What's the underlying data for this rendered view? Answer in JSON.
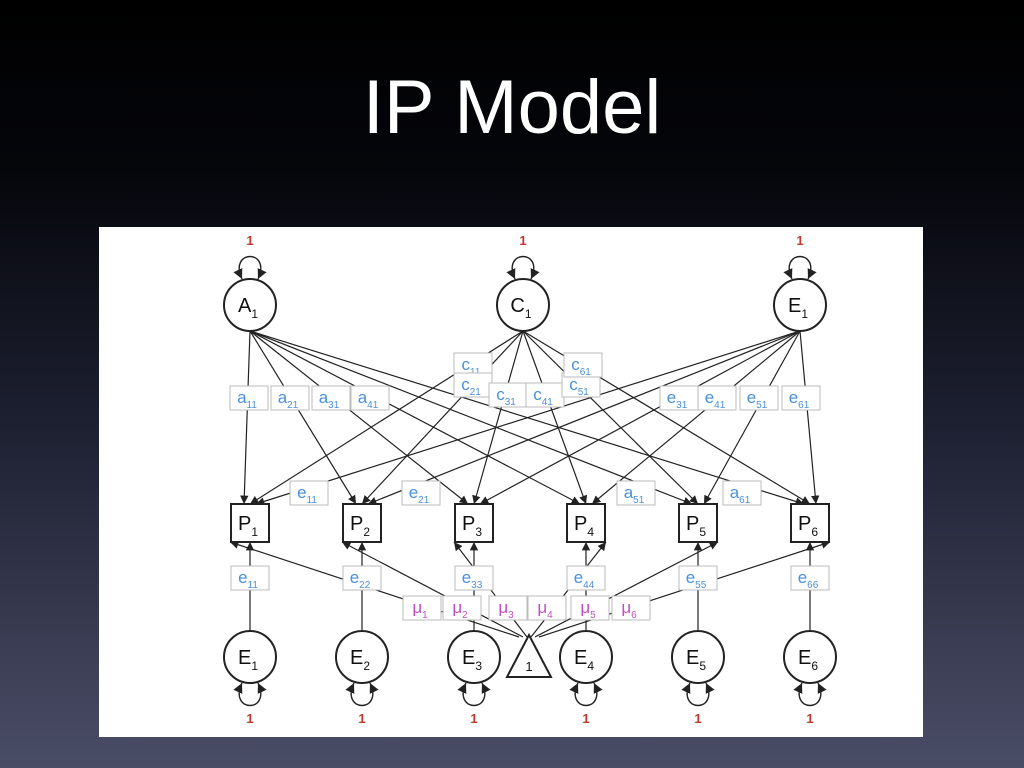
{
  "slide": {
    "title": "IP Model"
  },
  "diagram": {
    "common_factors": [
      {
        "letter": "A",
        "sub": "1",
        "variance": "1"
      },
      {
        "letter": "C",
        "sub": "1",
        "variance": "1"
      },
      {
        "letter": "E",
        "sub": "1",
        "variance": "1"
      }
    ],
    "phenotypes": [
      {
        "letter": "P",
        "sub": "1"
      },
      {
        "letter": "P",
        "sub": "2"
      },
      {
        "letter": "P",
        "sub": "3"
      },
      {
        "letter": "P",
        "sub": "4"
      },
      {
        "letter": "P",
        "sub": "5"
      },
      {
        "letter": "P",
        "sub": "6"
      }
    ],
    "specific_factors": [
      {
        "letter": "E",
        "sub": "1",
        "variance": "1"
      },
      {
        "letter": "E",
        "sub": "2",
        "variance": "1"
      },
      {
        "letter": "E",
        "sub": "3",
        "variance": "1"
      },
      {
        "letter": "E",
        "sub": "4",
        "variance": "1"
      },
      {
        "letter": "E",
        "sub": "5",
        "variance": "1"
      },
      {
        "letter": "E",
        "sub": "6",
        "variance": "1"
      }
    ],
    "a_paths": [
      {
        "letter": "a",
        "sub": "11"
      },
      {
        "letter": "a",
        "sub": "21"
      },
      {
        "letter": "a",
        "sub": "31"
      },
      {
        "letter": "a",
        "sub": "41"
      },
      {
        "letter": "a",
        "sub": "51"
      },
      {
        "letter": "a",
        "sub": "61"
      }
    ],
    "c_paths": [
      {
        "letter": "c",
        "sub": "11"
      },
      {
        "letter": "c",
        "sub": "21"
      },
      {
        "letter": "c",
        "sub": "31"
      },
      {
        "letter": "c",
        "sub": "41"
      },
      {
        "letter": "c",
        "sub": "51"
      },
      {
        "letter": "c",
        "sub": "61"
      }
    ],
    "e_common_paths": [
      {
        "letter": "e",
        "sub": "11"
      },
      {
        "letter": "e",
        "sub": "21"
      },
      {
        "letter": "e",
        "sub": "31"
      },
      {
        "letter": "e",
        "sub": "41"
      },
      {
        "letter": "e",
        "sub": "51"
      },
      {
        "letter": "e",
        "sub": "61"
      }
    ],
    "e_specific_paths": [
      {
        "letter": "e",
        "sub": "11"
      },
      {
        "letter": "e",
        "sub": "22"
      },
      {
        "letter": "e",
        "sub": "33"
      },
      {
        "letter": "e",
        "sub": "44"
      },
      {
        "letter": "e",
        "sub": "55"
      },
      {
        "letter": "e",
        "sub": "66"
      }
    ],
    "means": [
      {
        "letter": "μ",
        "sub": "1"
      },
      {
        "letter": "μ",
        "sub": "2"
      },
      {
        "letter": "μ",
        "sub": "3"
      },
      {
        "letter": "μ",
        "sub": "4"
      },
      {
        "letter": "μ",
        "sub": "5"
      },
      {
        "letter": "μ",
        "sub": "6"
      }
    ],
    "constant": "1",
    "colors": {
      "path_label": "#4a90d9",
      "mean_label": "#c24fc2",
      "variance_label": "#c0392b",
      "line": "#222222",
      "label_border": "#bbbbbb"
    }
  }
}
